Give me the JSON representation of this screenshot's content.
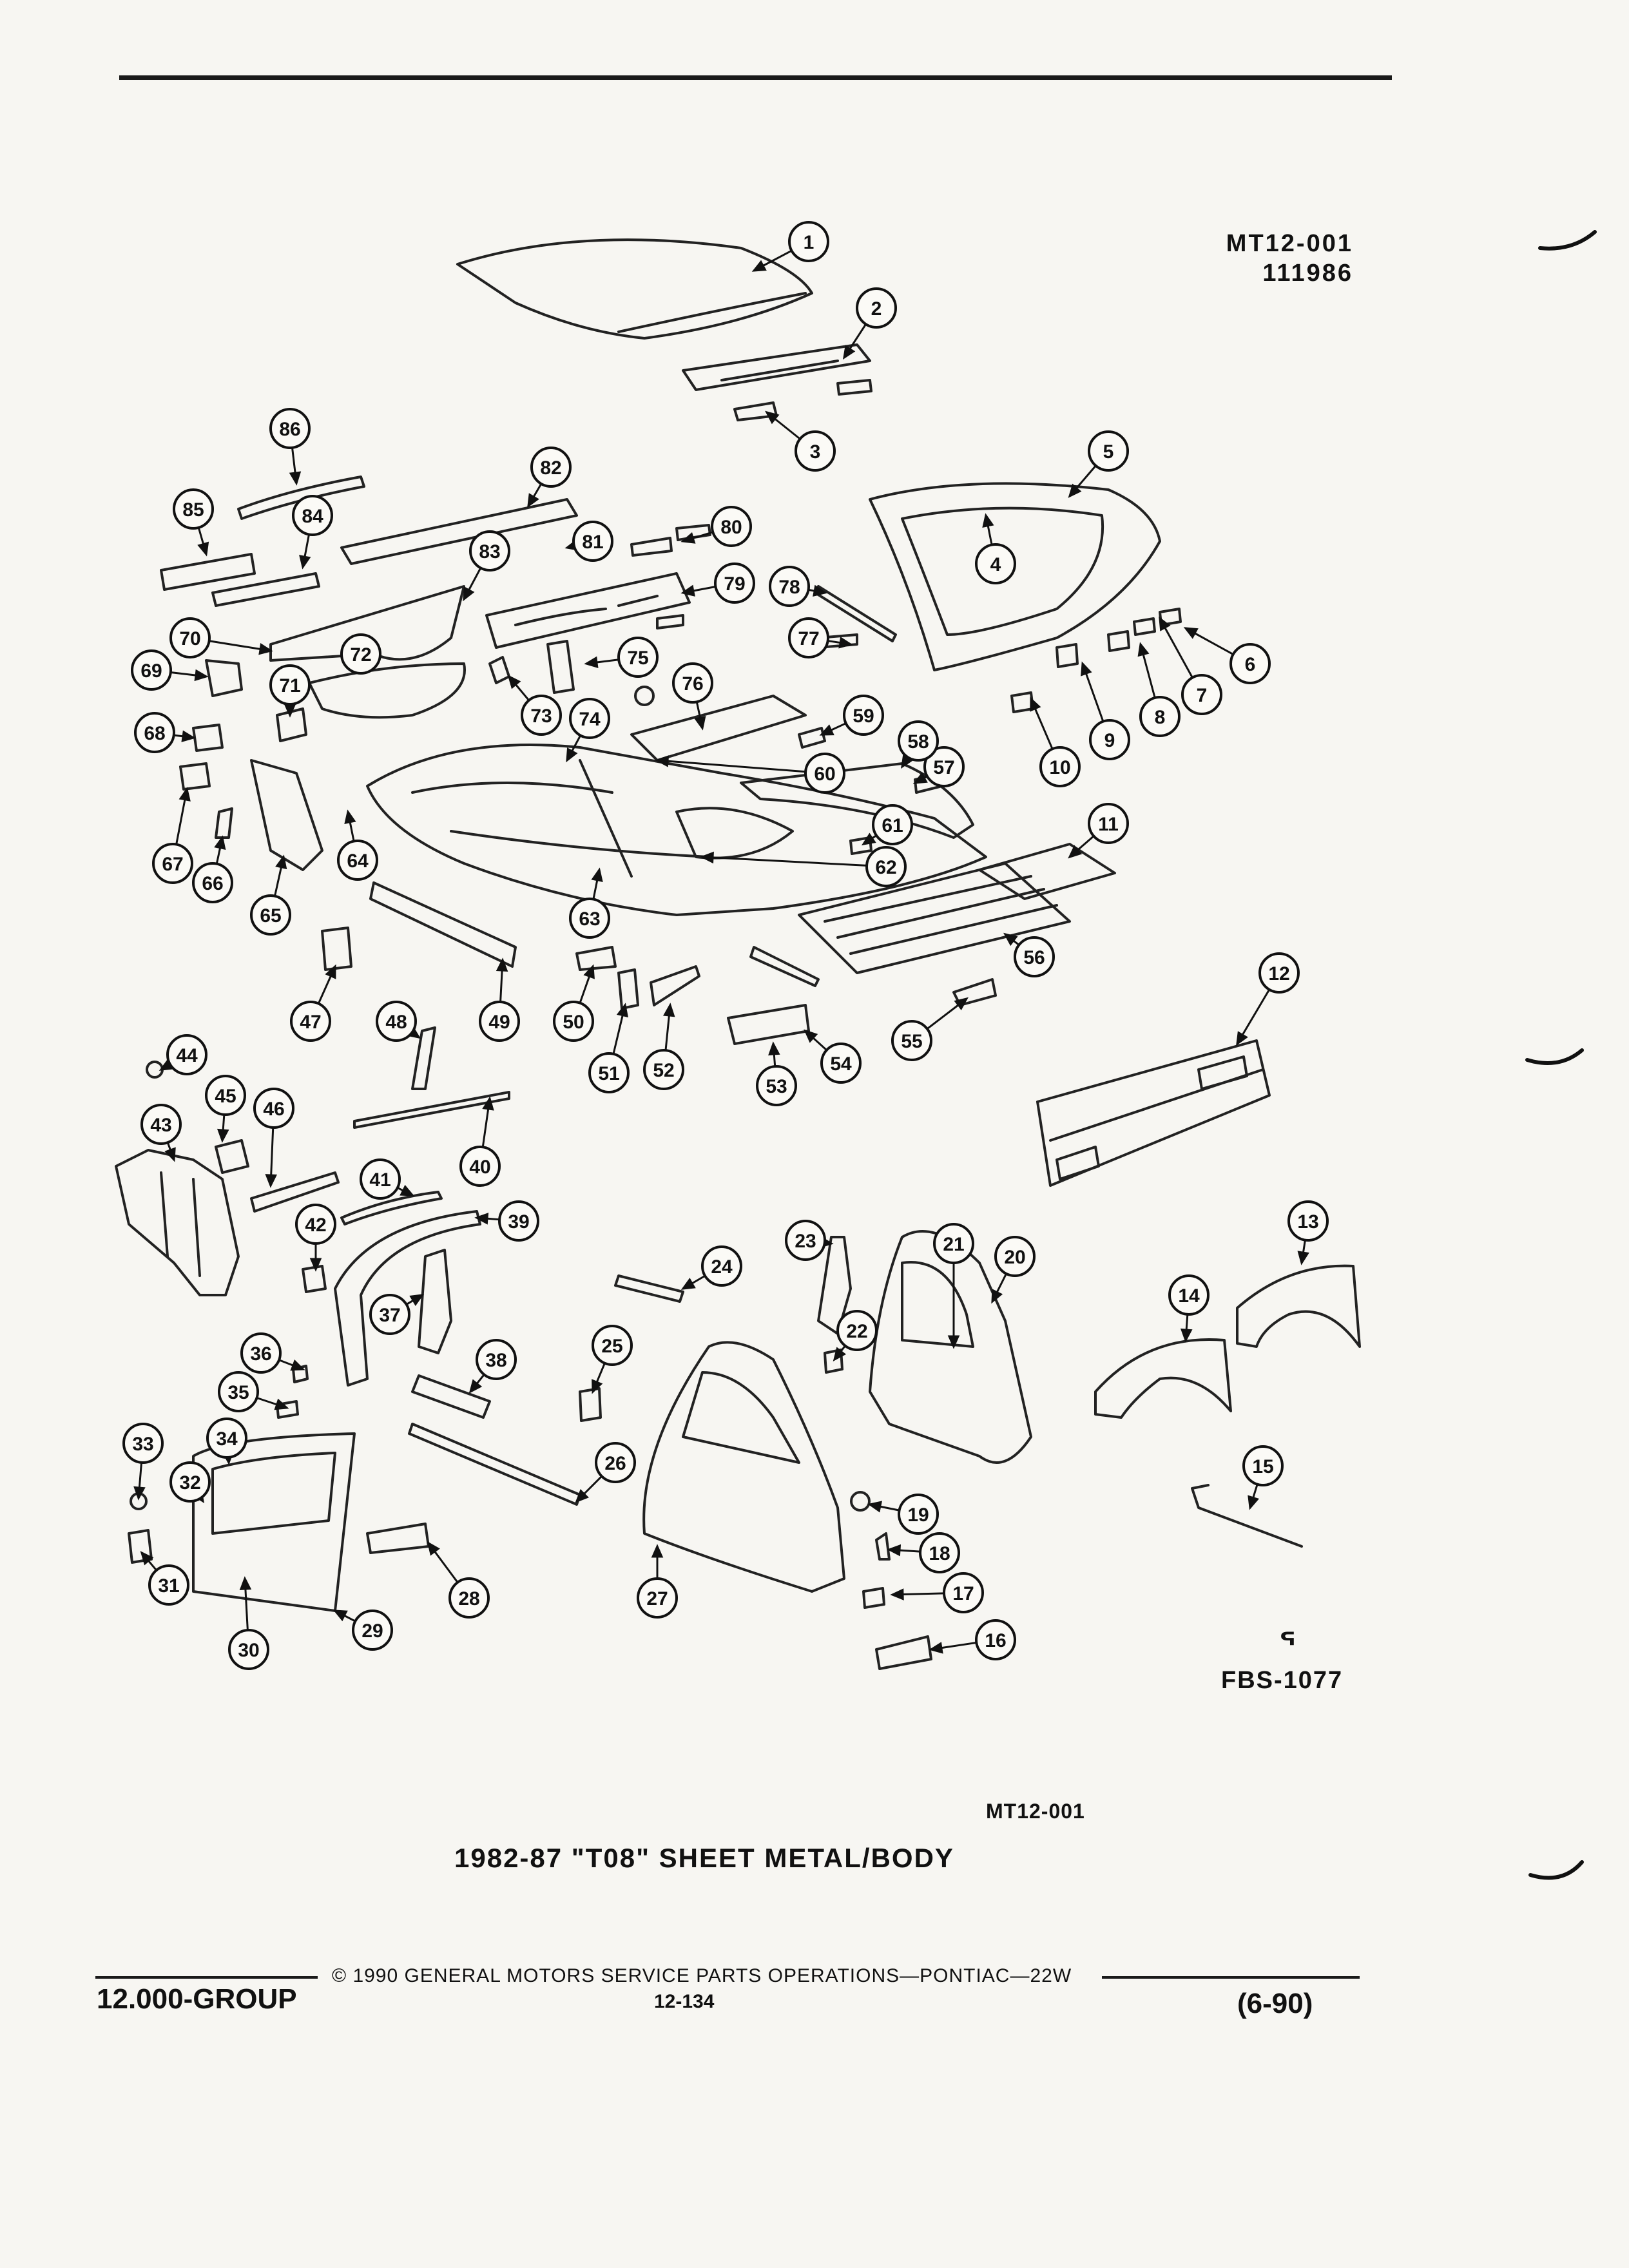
{
  "header": {
    "ref_code": "MT12-001",
    "ref_date": "111986"
  },
  "diagram": {
    "stamp_code": "FBS-1077",
    "stamp_glyph": "ᕐ",
    "callouts": [
      {
        "n": 1
      },
      {
        "n": 2
      },
      {
        "n": 3
      },
      {
        "n": 4
      },
      {
        "n": 5
      },
      {
        "n": 6
      },
      {
        "n": 7
      },
      {
        "n": 8
      },
      {
        "n": 9
      },
      {
        "n": 10
      },
      {
        "n": 11
      },
      {
        "n": 12
      },
      {
        "n": 13
      },
      {
        "n": 14
      },
      {
        "n": 15
      },
      {
        "n": 16
      },
      {
        "n": 17
      },
      {
        "n": 18
      },
      {
        "n": 19
      },
      {
        "n": 20
      },
      {
        "n": 21
      },
      {
        "n": 22
      },
      {
        "n": 23
      },
      {
        "n": 24
      },
      {
        "n": 25
      },
      {
        "n": 26
      },
      {
        "n": 27
      },
      {
        "n": 28
      },
      {
        "n": 29
      },
      {
        "n": 30
      },
      {
        "n": 31
      },
      {
        "n": 32
      },
      {
        "n": 33
      },
      {
        "n": 34
      },
      {
        "n": 35
      },
      {
        "n": 36
      },
      {
        "n": 37
      },
      {
        "n": 38
      },
      {
        "n": 39
      },
      {
        "n": 40
      },
      {
        "n": 41
      },
      {
        "n": 42
      },
      {
        "n": 43
      },
      {
        "n": 44
      },
      {
        "n": 45
      },
      {
        "n": 46
      },
      {
        "n": 47
      },
      {
        "n": 48
      },
      {
        "n": 49
      },
      {
        "n": 50
      },
      {
        "n": 51
      },
      {
        "n": 52
      },
      {
        "n": 53
      },
      {
        "n": 54
      },
      {
        "n": 55
      },
      {
        "n": 56
      },
      {
        "n": 57
      },
      {
        "n": 58
      },
      {
        "n": 59
      },
      {
        "n": 60
      },
      {
        "n": 61
      },
      {
        "n": 62
      },
      {
        "n": 63
      },
      {
        "n": 64
      },
      {
        "n": 65
      },
      {
        "n": 66
      },
      {
        "n": 67
      },
      {
        "n": 68
      },
      {
        "n": 69
      },
      {
        "n": 70
      },
      {
        "n": 71
      },
      {
        "n": 72
      },
      {
        "n": 73
      },
      {
        "n": 74
      },
      {
        "n": 75
      },
      {
        "n": 76
      },
      {
        "n": 77
      },
      {
        "n": 78
      },
      {
        "n": 79
      },
      {
        "n": 80
      },
      {
        "n": 81
      },
      {
        "n": 82
      },
      {
        "n": 83
      },
      {
        "n": 84
      },
      {
        "n": 85
      },
      {
        "n": 86
      }
    ]
  },
  "caption": {
    "code": "MT12-001",
    "title": "1982-87 \"T08\" SHEET METAL/BODY"
  },
  "footer": {
    "group": "12.000-GROUP",
    "copyright": "© 1990 GENERAL MOTORS SERVICE PARTS OPERATIONS—PONTIAC—22W",
    "page": "12-134",
    "date": "(6-90)"
  }
}
